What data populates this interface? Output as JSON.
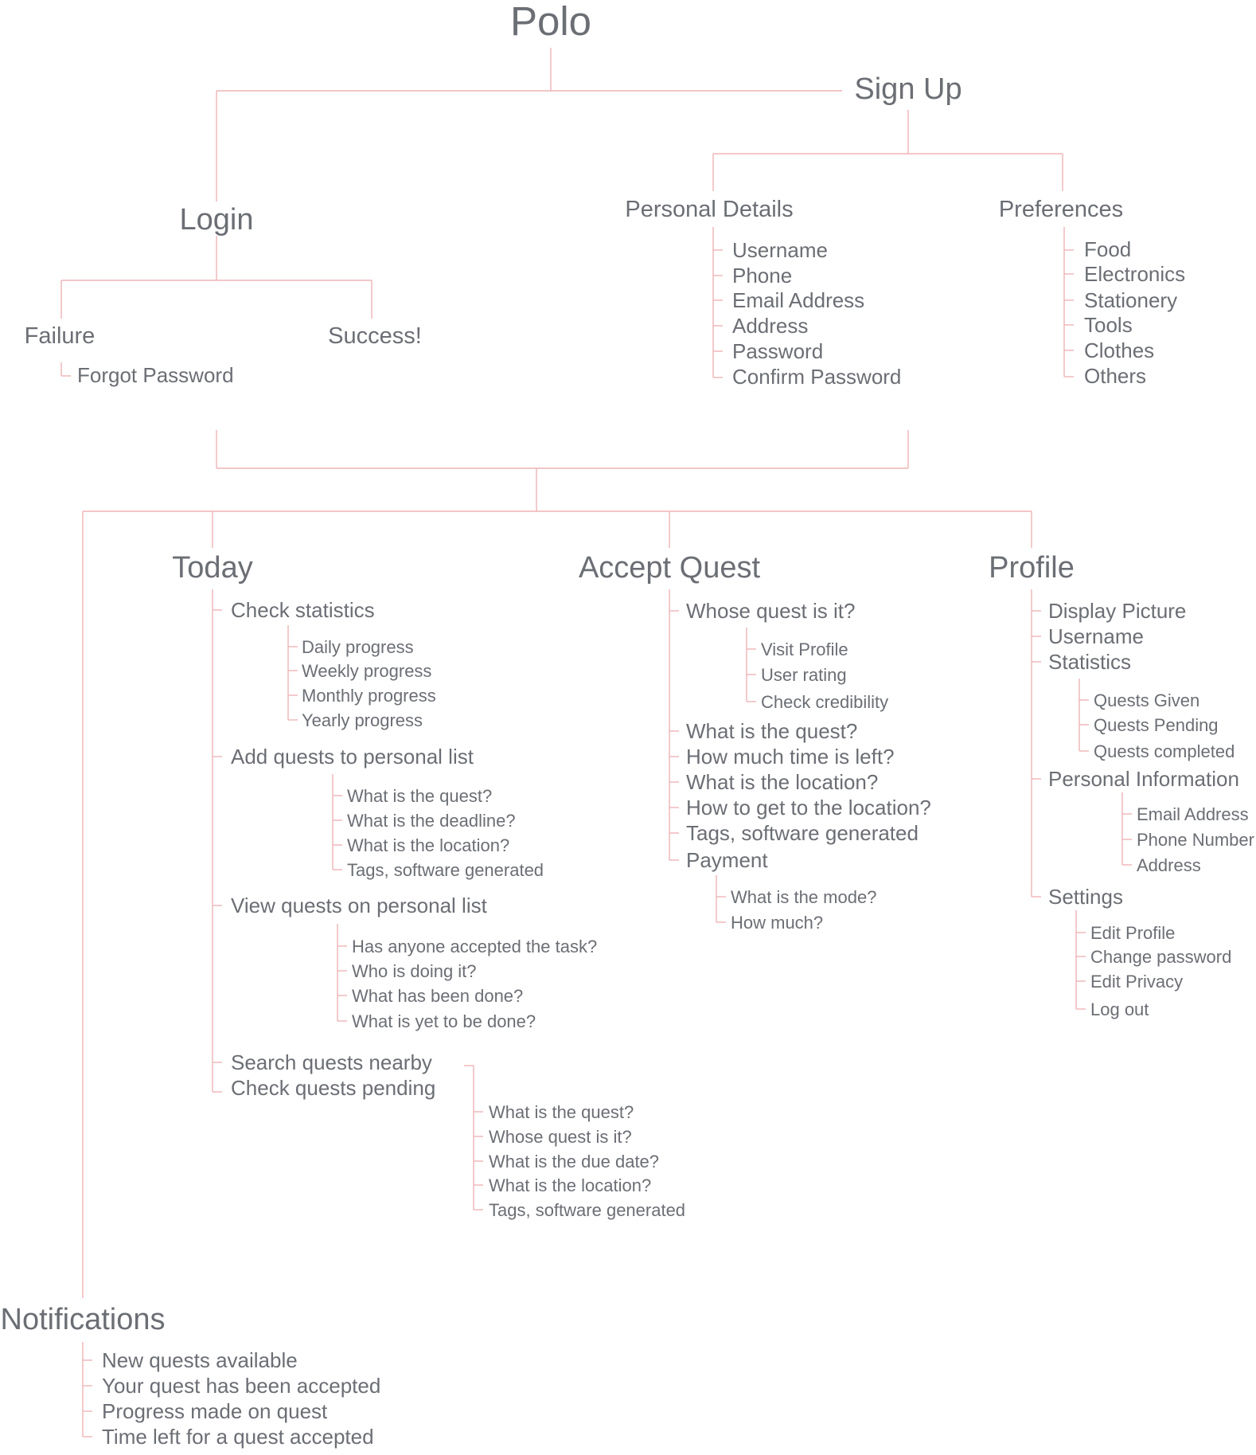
{
  "root": "Polo",
  "signup": {
    "title": "Sign Up",
    "personal_details": {
      "title": "Personal Details",
      "items": [
        "Username",
        "Phone",
        "Email Address",
        "Address",
        "Password",
        "Confirm Password"
      ]
    },
    "preferences": {
      "title": "Preferences",
      "items": [
        "Food",
        "Electronics",
        "Stationery",
        "Tools",
        "Clothes",
        "Others"
      ]
    }
  },
  "login": {
    "title": "Login",
    "failure": "Failure",
    "forgot_password": "Forgot Password",
    "success": "Success!"
  },
  "today": {
    "title": "Today",
    "check_statistics": {
      "title": "Check statistics",
      "items": [
        "Daily progress",
        "Weekly progress",
        "Monthly progress",
        "Yearly progress"
      ]
    },
    "add_quests": {
      "title": "Add quests to personal list",
      "items": [
        "What is the quest?",
        "What is the deadline?",
        "What is the location?",
        "Tags, software generated"
      ]
    },
    "view_quests": {
      "title": "View quests on personal list",
      "items": [
        "Has anyone accepted the task?",
        "Who is doing it?",
        "What has been done?",
        "What is yet to be done?"
      ]
    },
    "search_nearby": "Search quests nearby",
    "check_pending": {
      "title": "Check quests pending",
      "items": [
        "What is the quest?",
        "Whose quest is it?",
        "What is the due date?",
        "What is the location?",
        "Tags, software generated"
      ]
    }
  },
  "accept_quest": {
    "title": "Accept Quest",
    "whose_quest": {
      "title": "Whose quest is it?",
      "items": [
        "Visit Profile",
        "User rating",
        "Check credibility"
      ]
    },
    "items": [
      "What is the quest?",
      "How much time is left?",
      "What is the location?",
      "How to get to the location?",
      "Tags, software generated"
    ],
    "payment": {
      "title": "Payment",
      "items": [
        "What is the mode?",
        "How much?"
      ]
    }
  },
  "profile": {
    "title": "Profile",
    "display_picture": "Display Picture",
    "username": "Username",
    "statistics": {
      "title": "Statistics",
      "items": [
        "Quests Given",
        "Quests Pending",
        "Quests completed"
      ]
    },
    "personal_information": {
      "title": "Personal Information",
      "items": [
        "Email Address",
        "Phone Number",
        "Address"
      ]
    },
    "settings": {
      "title": "Settings",
      "items": [
        "Edit Profile",
        "Change password",
        "Edit Privacy",
        "Log out"
      ]
    }
  },
  "notifications": {
    "title": "Notifications",
    "items": [
      "New quests available",
      "Your quest has been accepted",
      "Progress made on quest",
      "Time left for a quest accepted"
    ]
  }
}
